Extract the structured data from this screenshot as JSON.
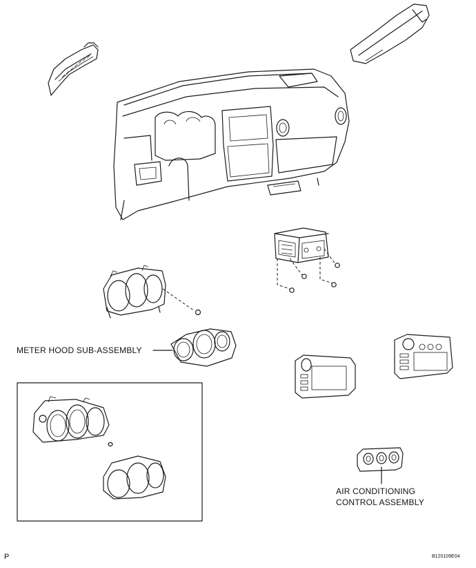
{
  "labels": {
    "meter_hood": "METER HOOD SUB-ASSEMBLY",
    "ac_control_line1": "AIR CONDITIONING",
    "ac_control_line2": "CONTROL ASSEMBLY"
  },
  "footer": {
    "left_code": "P",
    "figure_id": "B120109E04"
  }
}
